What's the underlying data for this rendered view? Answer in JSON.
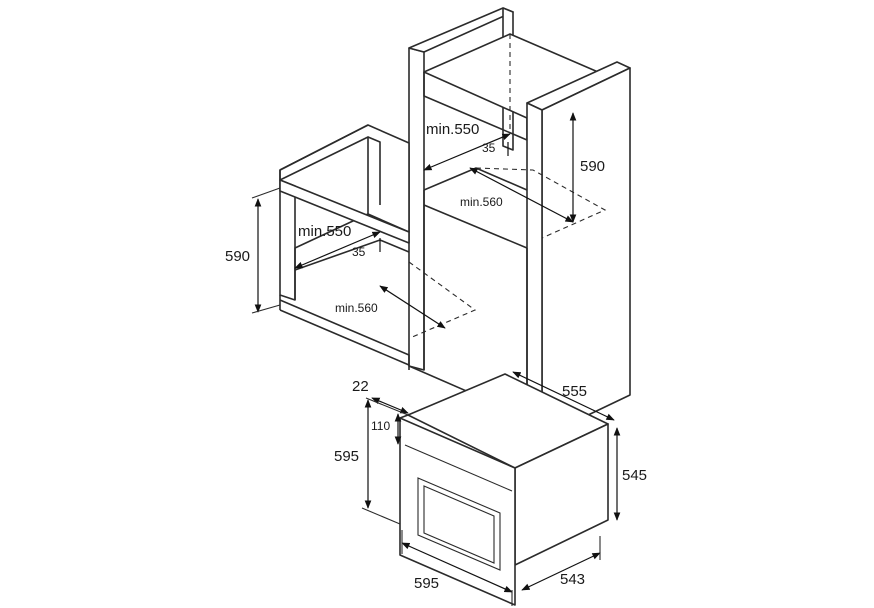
{
  "diagram": {
    "left_cabinet": {
      "height": "590",
      "depth": "min.550",
      "gap": "35",
      "width": "min.560"
    },
    "tall_cabinet": {
      "height": "590",
      "depth": "min.550",
      "gap": "35",
      "width": "min.560"
    },
    "appliance": {
      "panel_offset": "22",
      "panel_height": "110",
      "front_height": "595",
      "top_depth": "555",
      "body_height": "545",
      "front_width": "595",
      "body_depth": "543"
    }
  }
}
